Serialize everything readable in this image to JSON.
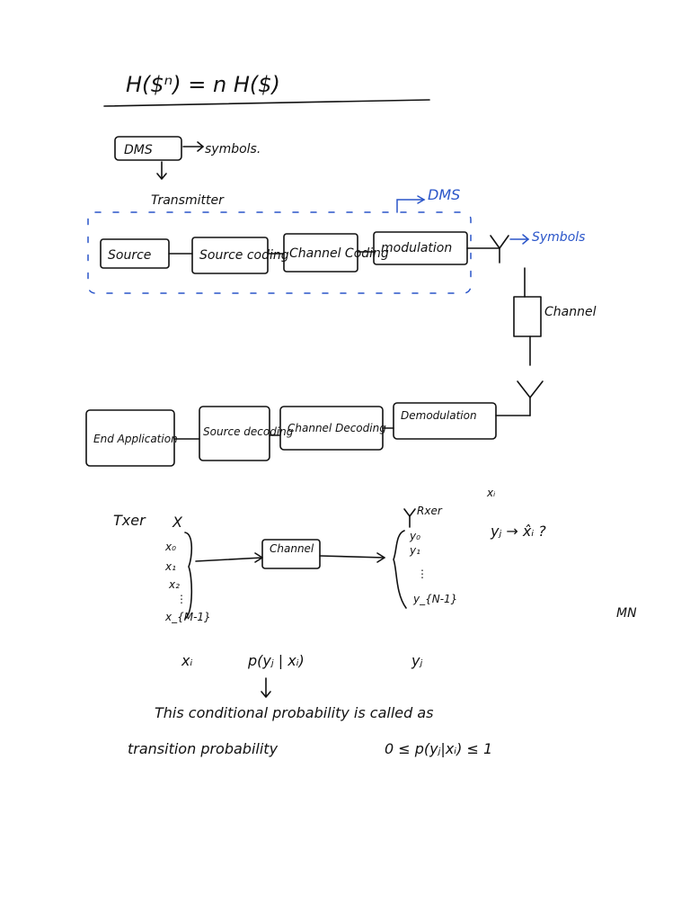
{
  "header": {
    "equation": "H($ⁿ) = n H($)"
  },
  "source_note": {
    "dms": "DMS",
    "symbols": "symbols.",
    "transmitter": "Transmitter"
  },
  "transmitter_chain": {
    "group_label": "DMS",
    "output_label": "Symbols",
    "blocks": [
      "Source",
      "Source coding",
      "Channel Coding",
      "modulation"
    ]
  },
  "channel_label": "Channel",
  "receiver_chain": {
    "blocks": [
      "End Application",
      "Source decoding",
      "Channel Decoding",
      "Demodulation"
    ]
  },
  "model": {
    "txer": "Txer",
    "X": "X",
    "inputs": [
      "x₀",
      "x₁",
      "x₂",
      "⋮",
      "x_{M-1}"
    ],
    "channel": "Channel",
    "rxer": "Rxer",
    "outputs": [
      "y₀",
      "y₁",
      "⋮",
      "y_{N-1}"
    ],
    "xi_top": "xᵢ",
    "estimate": "yⱼ → x̂ᵢ ?",
    "mn": "MN"
  },
  "bottom": {
    "xi": "xᵢ",
    "prob": "p(yⱼ | xᵢ)",
    "yj": "yⱼ",
    "line1": "This conditional probability is called as",
    "line2": "transition probability",
    "bound": "0 ≤ p(yⱼ|xᵢ) ≤ 1"
  },
  "colors": {
    "ink": "#111111",
    "highlight": "#2a55c9"
  }
}
